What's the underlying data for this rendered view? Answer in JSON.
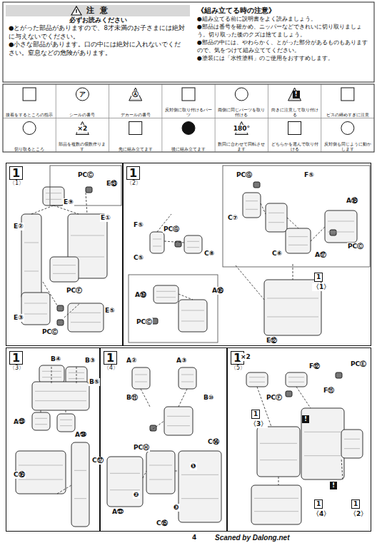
{
  "diagram": {
    "nodes": [
      {
        "text": [
          "注 意",
          "必ずお読みください",
          "●とがった部品がありますので、8才未満のお子さまには絶対に与えないでください。",
          "●小さな部品があります。口の中には絶対に入れないでください。窒息などの危険があります。"
        ]
      },
      {
        "text": [
          "《組み立てる時の注意》",
          "●組み立てる前に説明書をよく読みましょう。",
          "●部品は番号を確かめ、ニッパーなどできれいに切り取りましょう。切り取った後のクズは捨てましょう。",
          "●部品の中には、やわらかく、とがった部分があるものもありますので、気をつけて組み立ててください。",
          "●塗装には「水性塗料」のご使用をおすすめします。"
        ]
      },
      {
        "text": [
          "1",
          "〈1〉"
        ]
      },
      {
        "text": [
          "1",
          "〈2〉"
        ]
      },
      {
        "text": [
          "1",
          "〈3〉"
        ]
      },
      {
        "text": [
          "1",
          "〈4〉"
        ]
      },
      {
        "text": [
          "1",
          "〈5〉"
        ]
      }
    ],
    "labels": [
      "ア",
      "Ⓐ",
      "!",
      "×2",
      "180°",
      "PCⒸ",
      "E⑬",
      "E②",
      "E⑨",
      "E①",
      "PCⒻ",
      "E⑤",
      "E③",
      "PCⒸ",
      "F⑤",
      "PCⒼ",
      "C⑤",
      "C⑧",
      "PCⒼ",
      "F⑤",
      "C⑦",
      "C⑥",
      "A⑱",
      "PCⒸ",
      "A⑰",
      "A⑲",
      "A⑯",
      "PCⒸ",
      "1",
      "〈1〉",
      "E⑫",
      "B④",
      "B③",
      "B⑤",
      "A㉓",
      "A㉔",
      "C⑯",
      "C⑰",
      "A②",
      "A③",
      "B⑪",
      "B⑩",
      "PCⒽ",
      "C⑭",
      "❶",
      "A㉗",
      "❷",
      "❸",
      "C⑮",
      "×2",
      "PCⒺ",
      "F⑫",
      "F⑪",
      "PCⒻ",
      "1",
      "〈3〉",
      "!",
      "!",
      "1",
      "〈4〉",
      "1",
      "〈2〉",
      "4",
      "Scaned by Dalong.net"
    ],
    "legend": [
      {
        "text": "接着をするところの指示"
      },
      {
        "text": "シールの番号"
      },
      {
        "text": "デカールの番号"
      },
      {
        "text": "反対側に取り付けるパーツ"
      },
      {
        "text": "両側に同じパーツを取り付ける"
      },
      {
        "text": "向きに注意して取り付ける"
      },
      {
        "text": "ビスの締めすぎに注意"
      },
      {
        "text": "切り取るところ"
      },
      {
        "text": "部品を複数の個数作ります"
      },
      {
        "text": "先に組み立てます"
      },
      {
        "text": "後に組み立てます"
      },
      {
        "text": "数回に合わせて回転させます"
      },
      {
        "text": "どちらかを選んで取り付ける"
      },
      {
        "text": "反対側も同じように動かします"
      }
    ]
  }
}
